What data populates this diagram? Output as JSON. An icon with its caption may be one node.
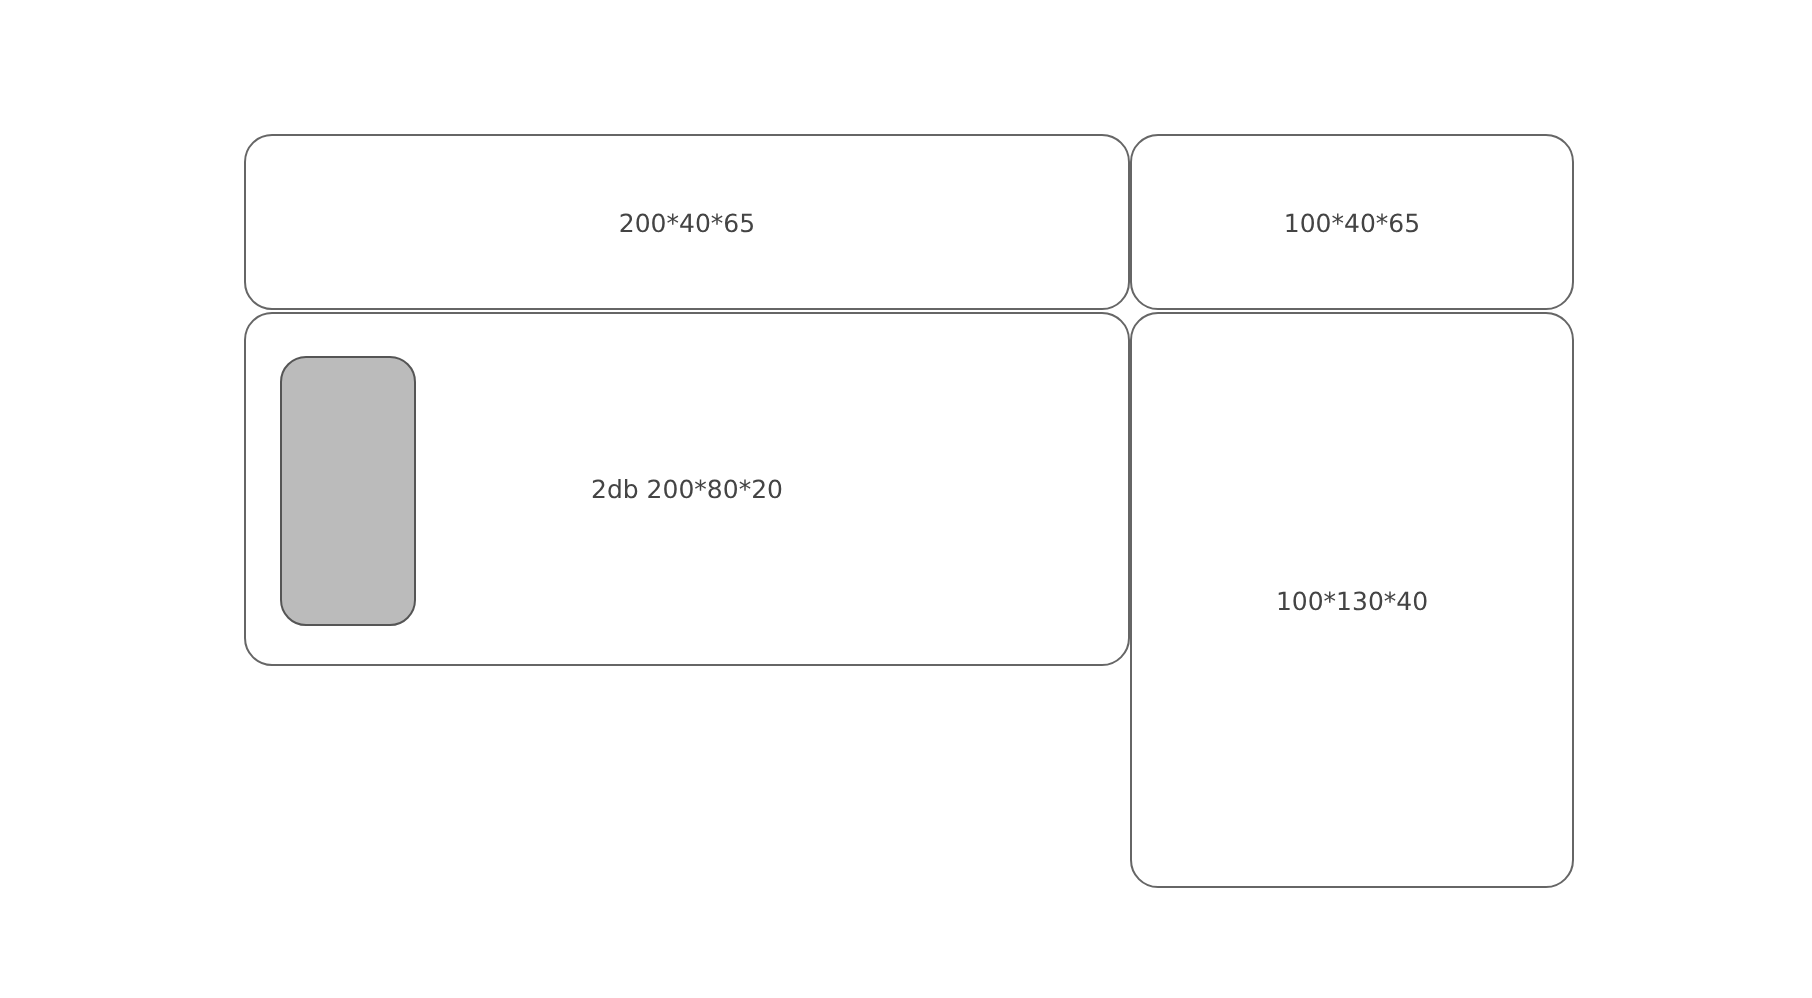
{
  "diagram": {
    "nodes": [
      {
        "text": [
          "200*40*65"
        ]
      },
      {
        "text": [
          "100*40*65"
        ]
      },
      {
        "text": [
          "2db 200*80*20"
        ]
      },
      {
        "text": [],
        "shape": "box",
        "in": 2
      },
      {
        "text": [
          "100*130*40"
        ]
      }
    ]
  }
}
